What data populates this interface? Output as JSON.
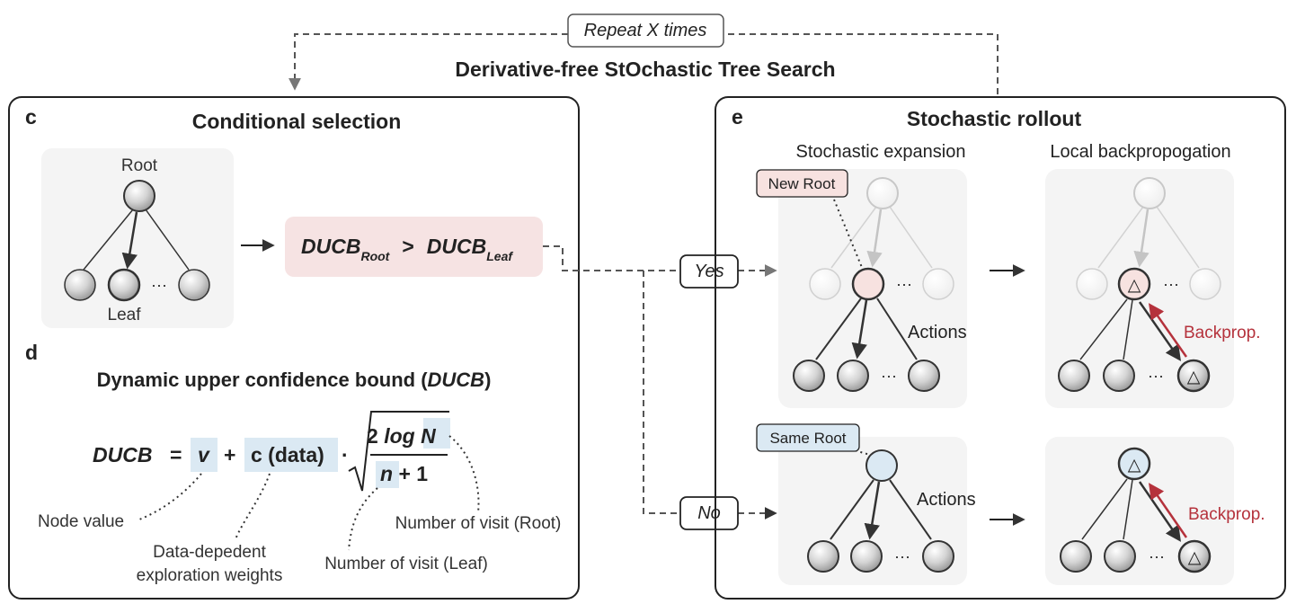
{
  "top": {
    "loop_label": "Repeat X times",
    "title": "Derivative-free StOchastic Tree Search"
  },
  "panel_c": {
    "letter": "c",
    "title": "Conditional selection",
    "root_label": "Root",
    "leaf_label": "Leaf",
    "ellipsis": "···",
    "condition": {
      "left_main": "DUCB",
      "left_sub": "Root",
      "op": ">",
      "right_main": "DUCB",
      "right_sub": "Leaf"
    }
  },
  "panel_d": {
    "letter": "d",
    "title_pre": "Dynamic upper confidence bound (",
    "title_italic": "DUCB",
    "title_post": ")",
    "formula": {
      "lhs": "DUCB",
      "eq": "=",
      "v": "v",
      "plus1": "+",
      "c": "c (data)",
      "dot": "·",
      "num_pre": "2",
      "num_log": "log",
      "num_N": "N",
      "den_n": "n",
      "den_rest": "+ 1"
    },
    "annotations": {
      "node_value": "Node value",
      "weights_line1": "Data-depedent",
      "weights_line2": "exploration weights",
      "visit_leaf": "Number of visit (Leaf)",
      "visit_root": "Number of visit (Root)"
    }
  },
  "branch": {
    "yes": "Yes",
    "no": "No"
  },
  "panel_e": {
    "letter": "e",
    "title": "Stochastic rollout",
    "col1": "Stochastic expansion",
    "col2": "Local backpropogation",
    "new_root": "New Root",
    "same_root": "Same Root",
    "actions": "Actions",
    "backprop": "Backprop.",
    "ellipsis": "···",
    "triangle": "△"
  },
  "colors": {
    "pink_box": "#f6e3e3",
    "pink_node": "#f7e2e0",
    "blue_highlight": "#dbe9f3",
    "gray_tile": "#f4f4f4",
    "accent_red": "#b5323c"
  }
}
